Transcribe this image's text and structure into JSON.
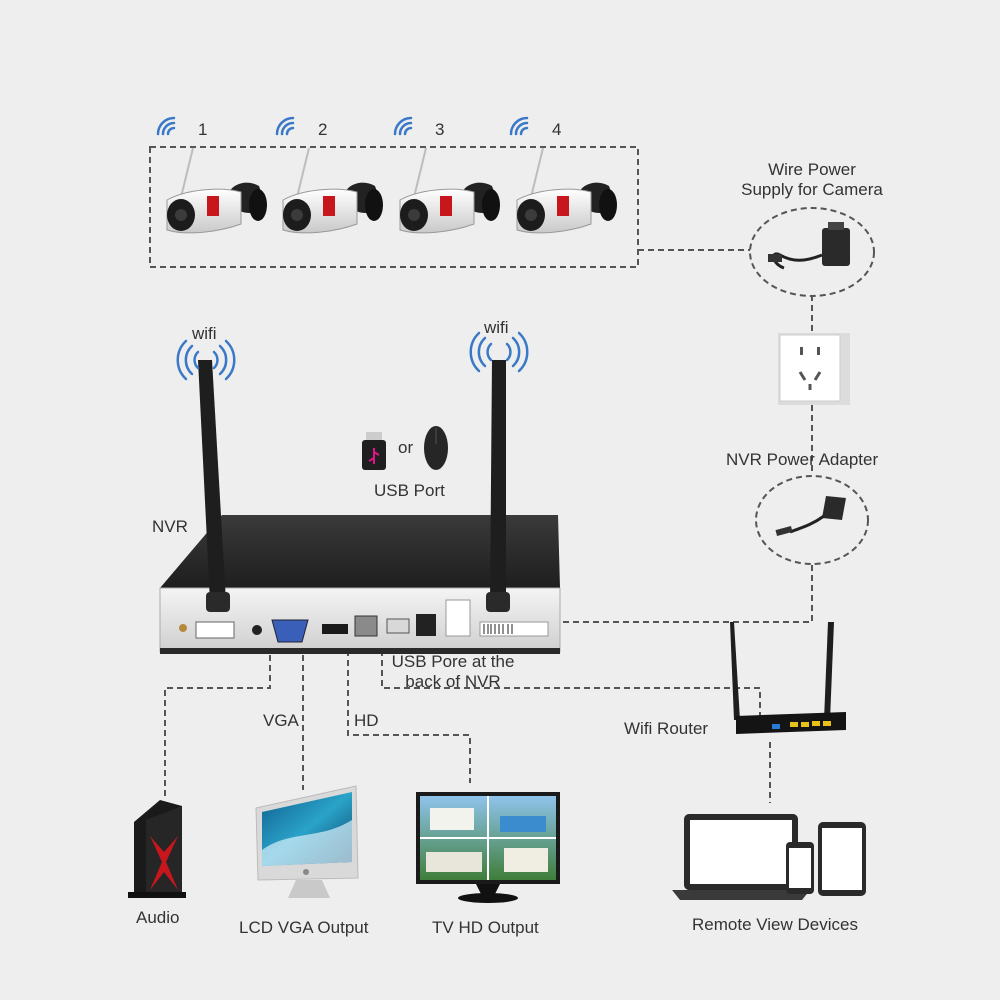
{
  "cameras": [
    {
      "number": "1"
    },
    {
      "number": "2"
    },
    {
      "number": "3"
    },
    {
      "number": "4"
    }
  ],
  "labels": {
    "wire_power_line1": "Wire Power",
    "wire_power_line2": "Supply for Camera",
    "nvr_power_adapter": "NVR Power Adapter",
    "wifi_left": "wifi",
    "wifi_right": "wifi",
    "or": "or",
    "usb_port": "USB Port",
    "nvr": "NVR",
    "usb_back_line1": "USB Pore at the",
    "usb_back_line2": "back of NVR",
    "vga": "VGA",
    "hd": "HD",
    "wifi_router": "Wifi Router",
    "audio": "Audio",
    "lcd_vga_output": "LCD VGA Output",
    "tv_hd_output": "TV HD Output",
    "remote_view_devices": "Remote View Devices"
  },
  "colors": {
    "background": "#eeeeee",
    "wifi_blue": "#3a78c8",
    "dashed_line": "#555555",
    "nvr_body": "#2b2b2b",
    "usb_pink": "#e0158a",
    "red_accent": "#c8161d",
    "router_yellow": "#e8c21a"
  }
}
